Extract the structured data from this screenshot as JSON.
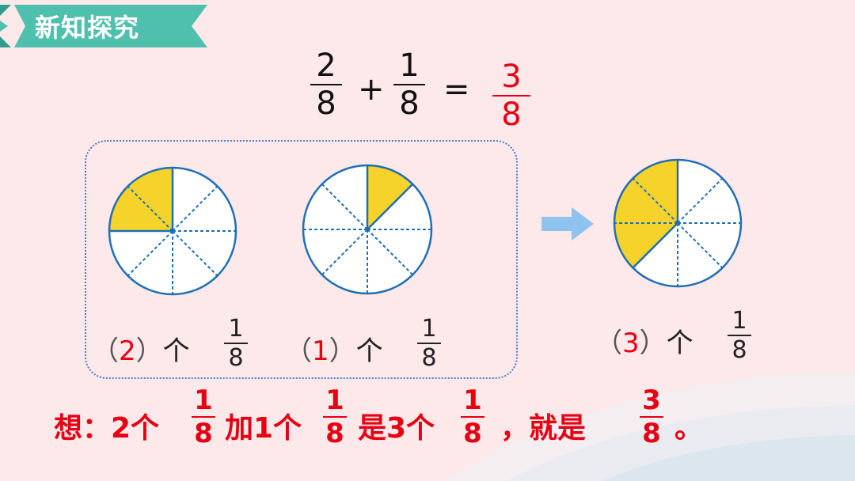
{
  "colors": {
    "background": "#fde8ea",
    "banner": "#4fc0ae",
    "accent_red": "#e60012",
    "pie_fill": "#f5d32a",
    "pie_stroke": "#1f6fb5",
    "arrow": "#8ec3f0"
  },
  "header": {
    "title": "新知探究"
  },
  "equation": {
    "a_num": "2",
    "a_den": "8",
    "plus": "+",
    "b_num": "1",
    "b_den": "8",
    "equals": "=",
    "r_num": "3",
    "r_den": "8"
  },
  "pies": [
    {
      "slices_total": 8,
      "slices_filled": 2
    },
    {
      "slices_total": 8,
      "slices_filled": 1
    },
    {
      "slices_total": 8,
      "slices_filled": 3
    }
  ],
  "labels": [
    {
      "open": "（",
      "value": "2",
      "close": "）",
      "unit": "个",
      "num": "1",
      "den": "8"
    },
    {
      "open": "（",
      "value": "1",
      "close": "）",
      "unit": "个",
      "num": "1",
      "den": "8"
    },
    {
      "open": "（",
      "value": "3",
      "close": "）",
      "unit": "个",
      "num": "1",
      "den": "8"
    }
  ],
  "think": {
    "prefix": "想：2个",
    "f1_num": "1",
    "f1_den": "8",
    "mid1": "加1个",
    "f2_num": "1",
    "f2_den": "8",
    "mid2": "是3个",
    "f3_num": "1",
    "f3_den": "8",
    "mid3": "，就是",
    "f4_num": "3",
    "f4_den": "8",
    "suffix": "。"
  },
  "arrow_icon": "right-arrow-icon"
}
